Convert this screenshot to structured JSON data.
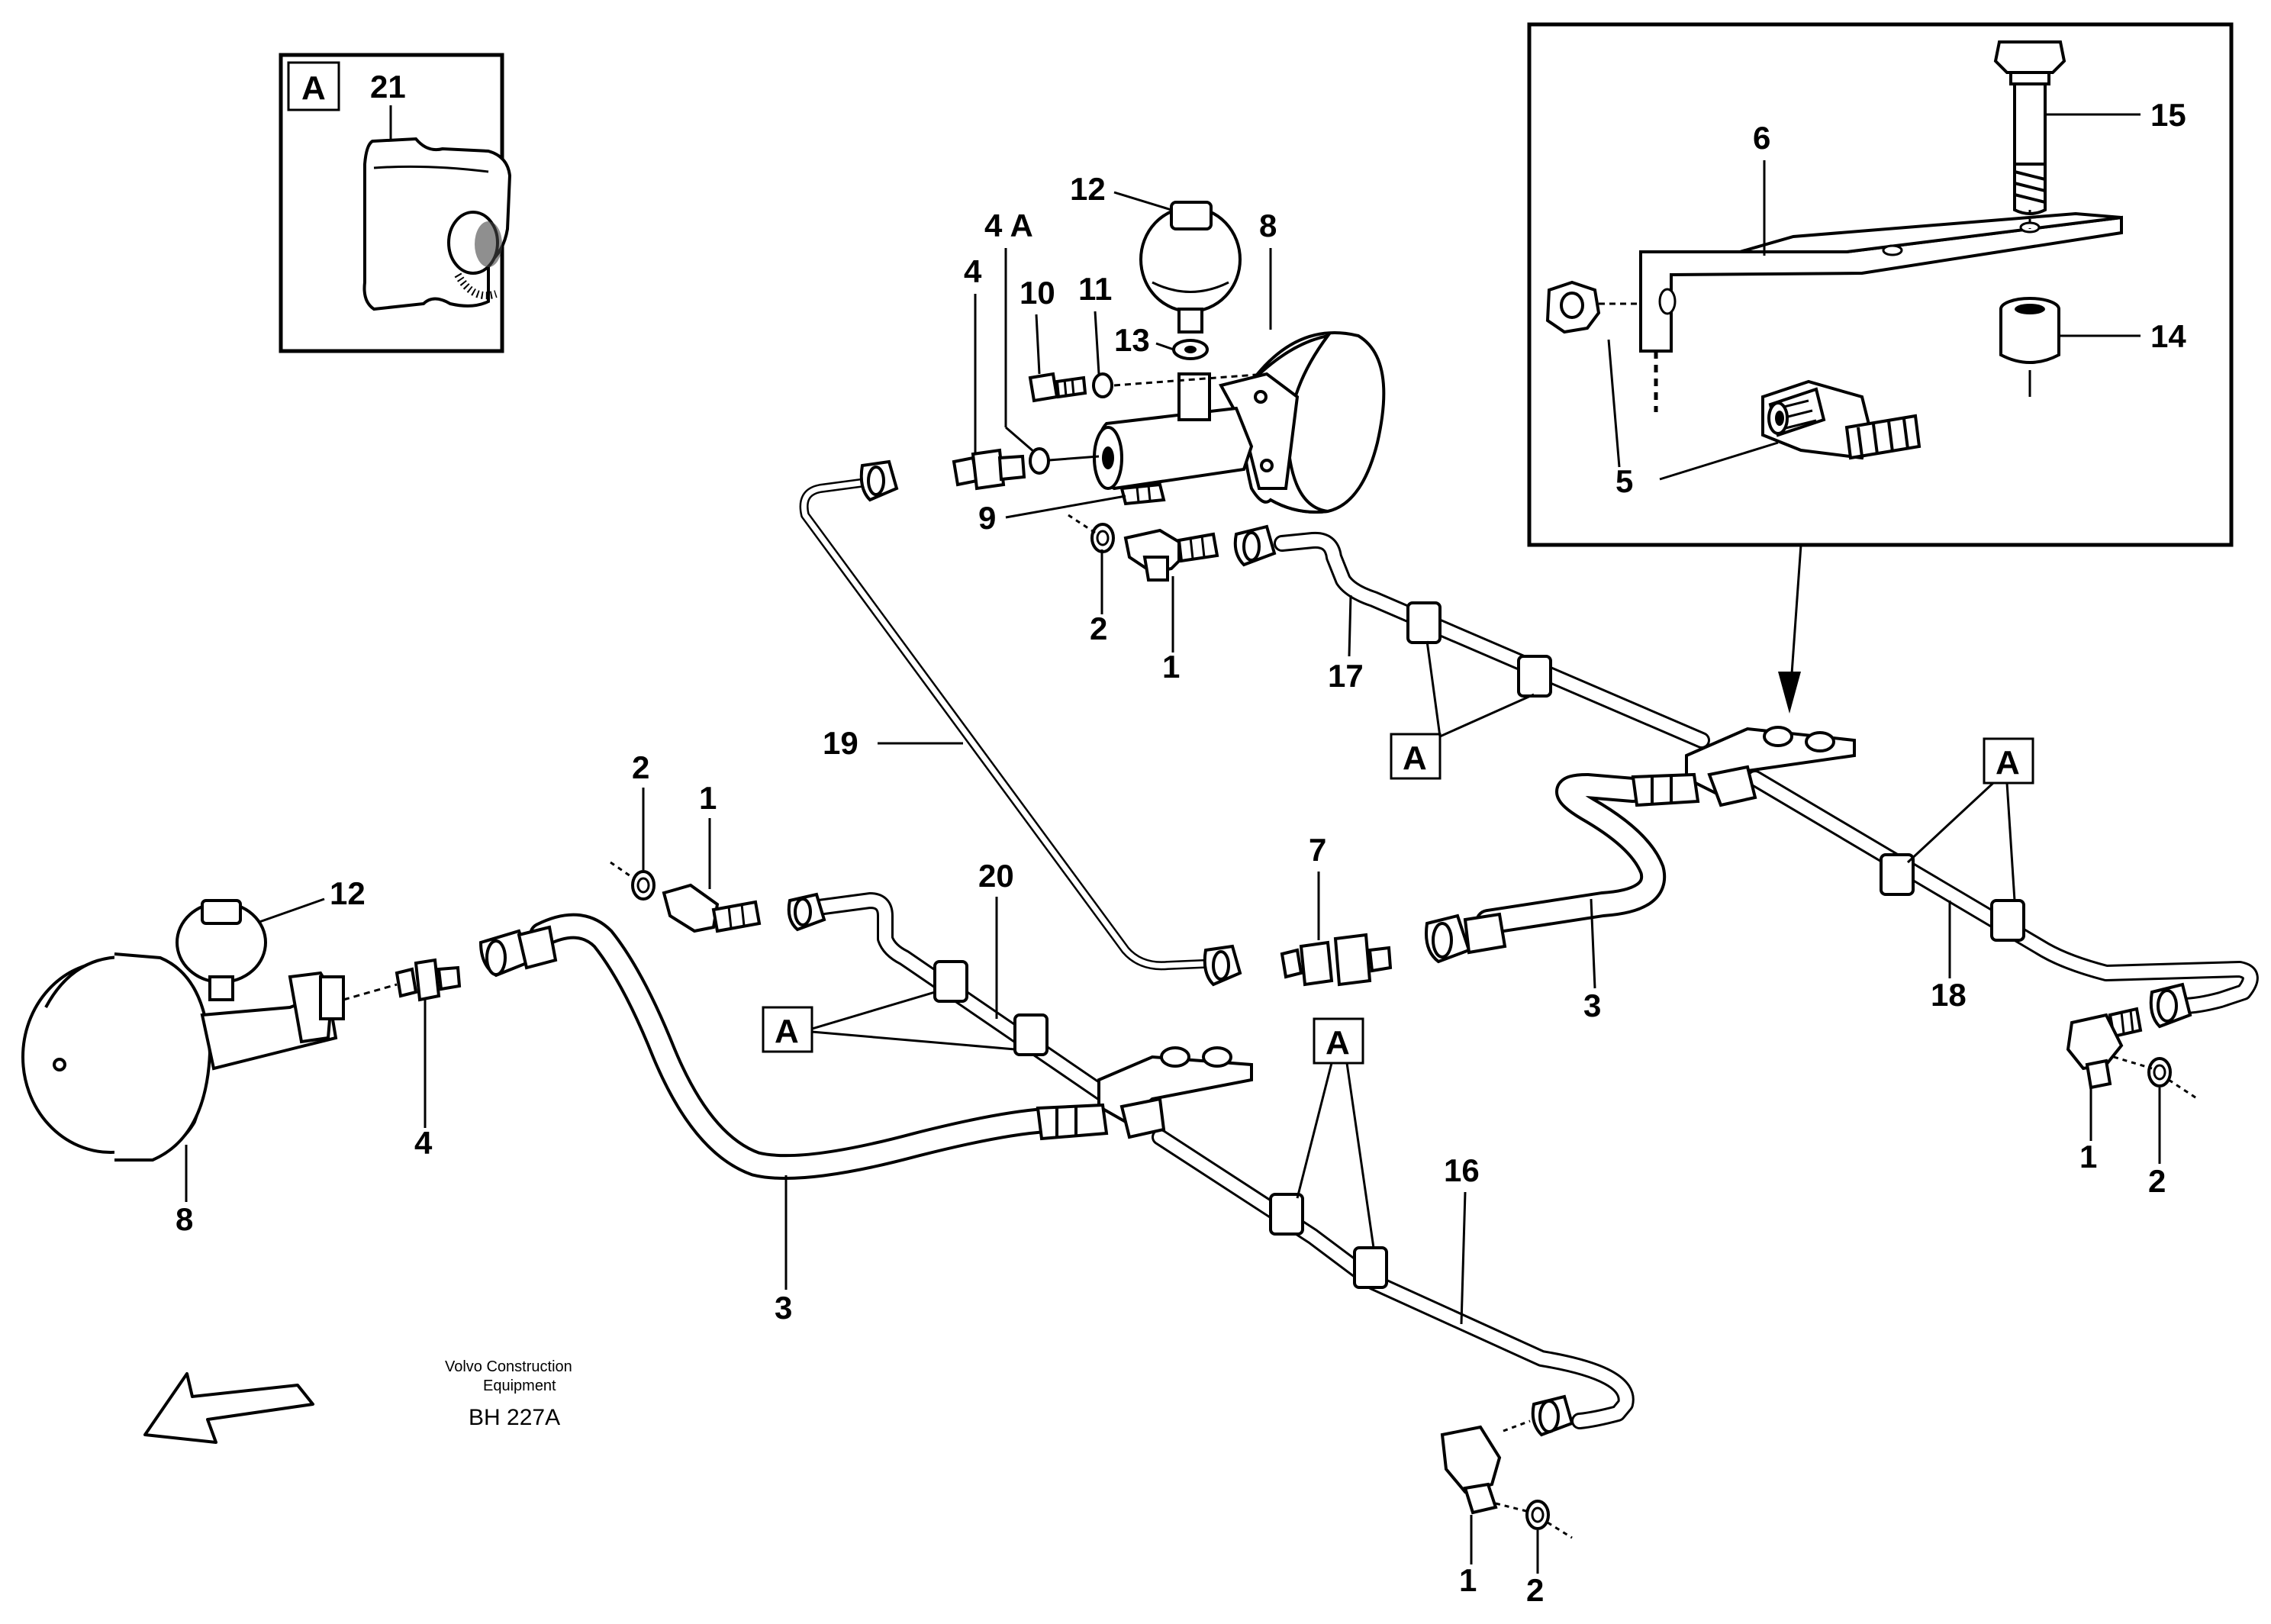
{
  "drawing": {
    "code": "BH 227A",
    "publisher_line1": "Volvo Construction",
    "publisher_line2": "Equipment"
  },
  "detail_a": {
    "tag": "A",
    "item": "21"
  },
  "detail_bracket": {
    "items": [
      "6",
      "15",
      "14",
      "5"
    ]
  },
  "labels": {
    "n1": "1",
    "n2": "2",
    "n3": "3",
    "n4": "4",
    "n4a": "4 A",
    "n5": "5",
    "n6": "6",
    "n7": "7",
    "n8": "8",
    "n9": "9",
    "n10": "10",
    "n11": "11",
    "n12": "12",
    "n13": "13",
    "n14": "14",
    "n15": "15",
    "n16": "16",
    "n17": "17",
    "n18": "18",
    "n19": "19",
    "n20": "20",
    "n21": "21",
    "tagA": "A"
  }
}
